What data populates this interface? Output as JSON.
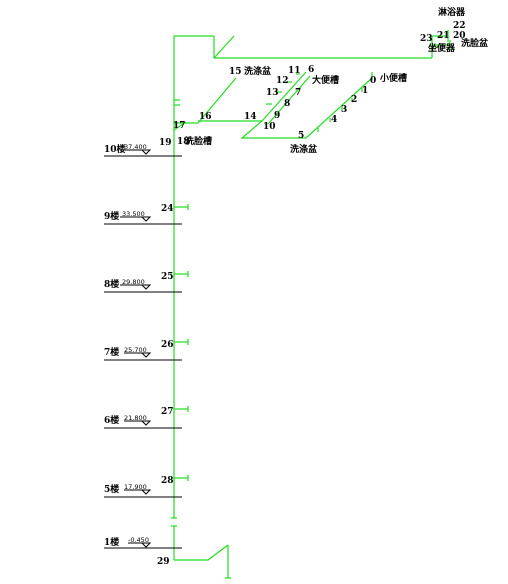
{
  "nodes": [
    "0",
    "1",
    "2",
    "3",
    "4",
    "5",
    "6",
    "7",
    "8",
    "9",
    "10",
    "11",
    "12",
    "13",
    "14",
    "15",
    "16",
    "17",
    "18",
    "19",
    "20",
    "21",
    "22",
    "23",
    "24",
    "25",
    "26",
    "27",
    "28",
    "29"
  ],
  "fixtures": {
    "mop_sink_top": "洗涤盆",
    "squat_toilet": "大便槽",
    "urinal": "小便槽",
    "mop_sink_bottom": "洗涤盆",
    "wash_trough": "洗脸槽",
    "shower": "淋浴器",
    "sitting_toilet": "坐便器",
    "wash_basin": "洗脸盆"
  },
  "floors": [
    {
      "label": "10楼",
      "elevation": "37.400"
    },
    {
      "label": "9楼",
      "elevation": "33.500"
    },
    {
      "label": "8楼",
      "elevation": "29.800"
    },
    {
      "label": "7楼",
      "elevation": "25.700"
    },
    {
      "label": "6楼",
      "elevation": "21.800"
    },
    {
      "label": "5楼",
      "elevation": "17.900"
    },
    {
      "label": "1楼",
      "elevation": "-0.450"
    }
  ]
}
